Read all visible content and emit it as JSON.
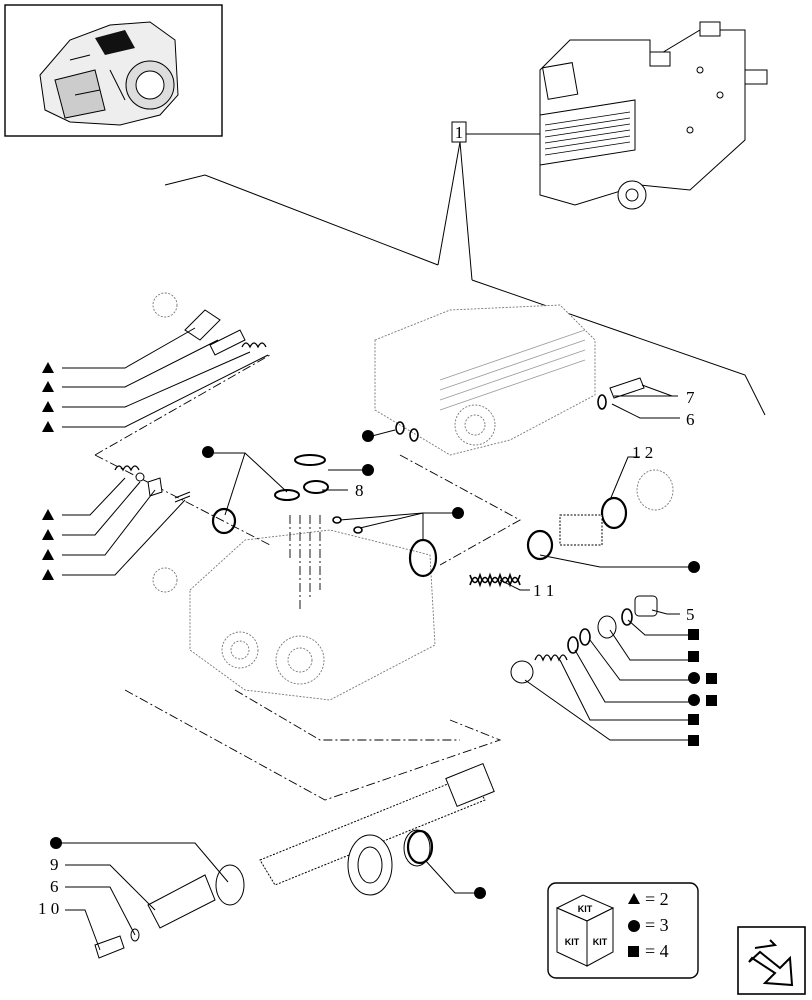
{
  "callouts": {
    "main": "1",
    "c5": "5",
    "c6_top": "6",
    "c6_bottom": "6",
    "c7": "7",
    "c8": "8",
    "c9": "9",
    "c10": "1 0",
    "c11": "1 1",
    "c12": "1 2"
  },
  "kit_legend": {
    "box_label": "KIT",
    "triangle_qty": "= 2",
    "circle_qty": "= 3",
    "square_qty": "= 4"
  },
  "icons": {
    "triangle_marker": "triangle-icon",
    "circle_marker": "circle-icon",
    "square_marker": "square-icon",
    "nav": "next-page-arrow-icon"
  }
}
